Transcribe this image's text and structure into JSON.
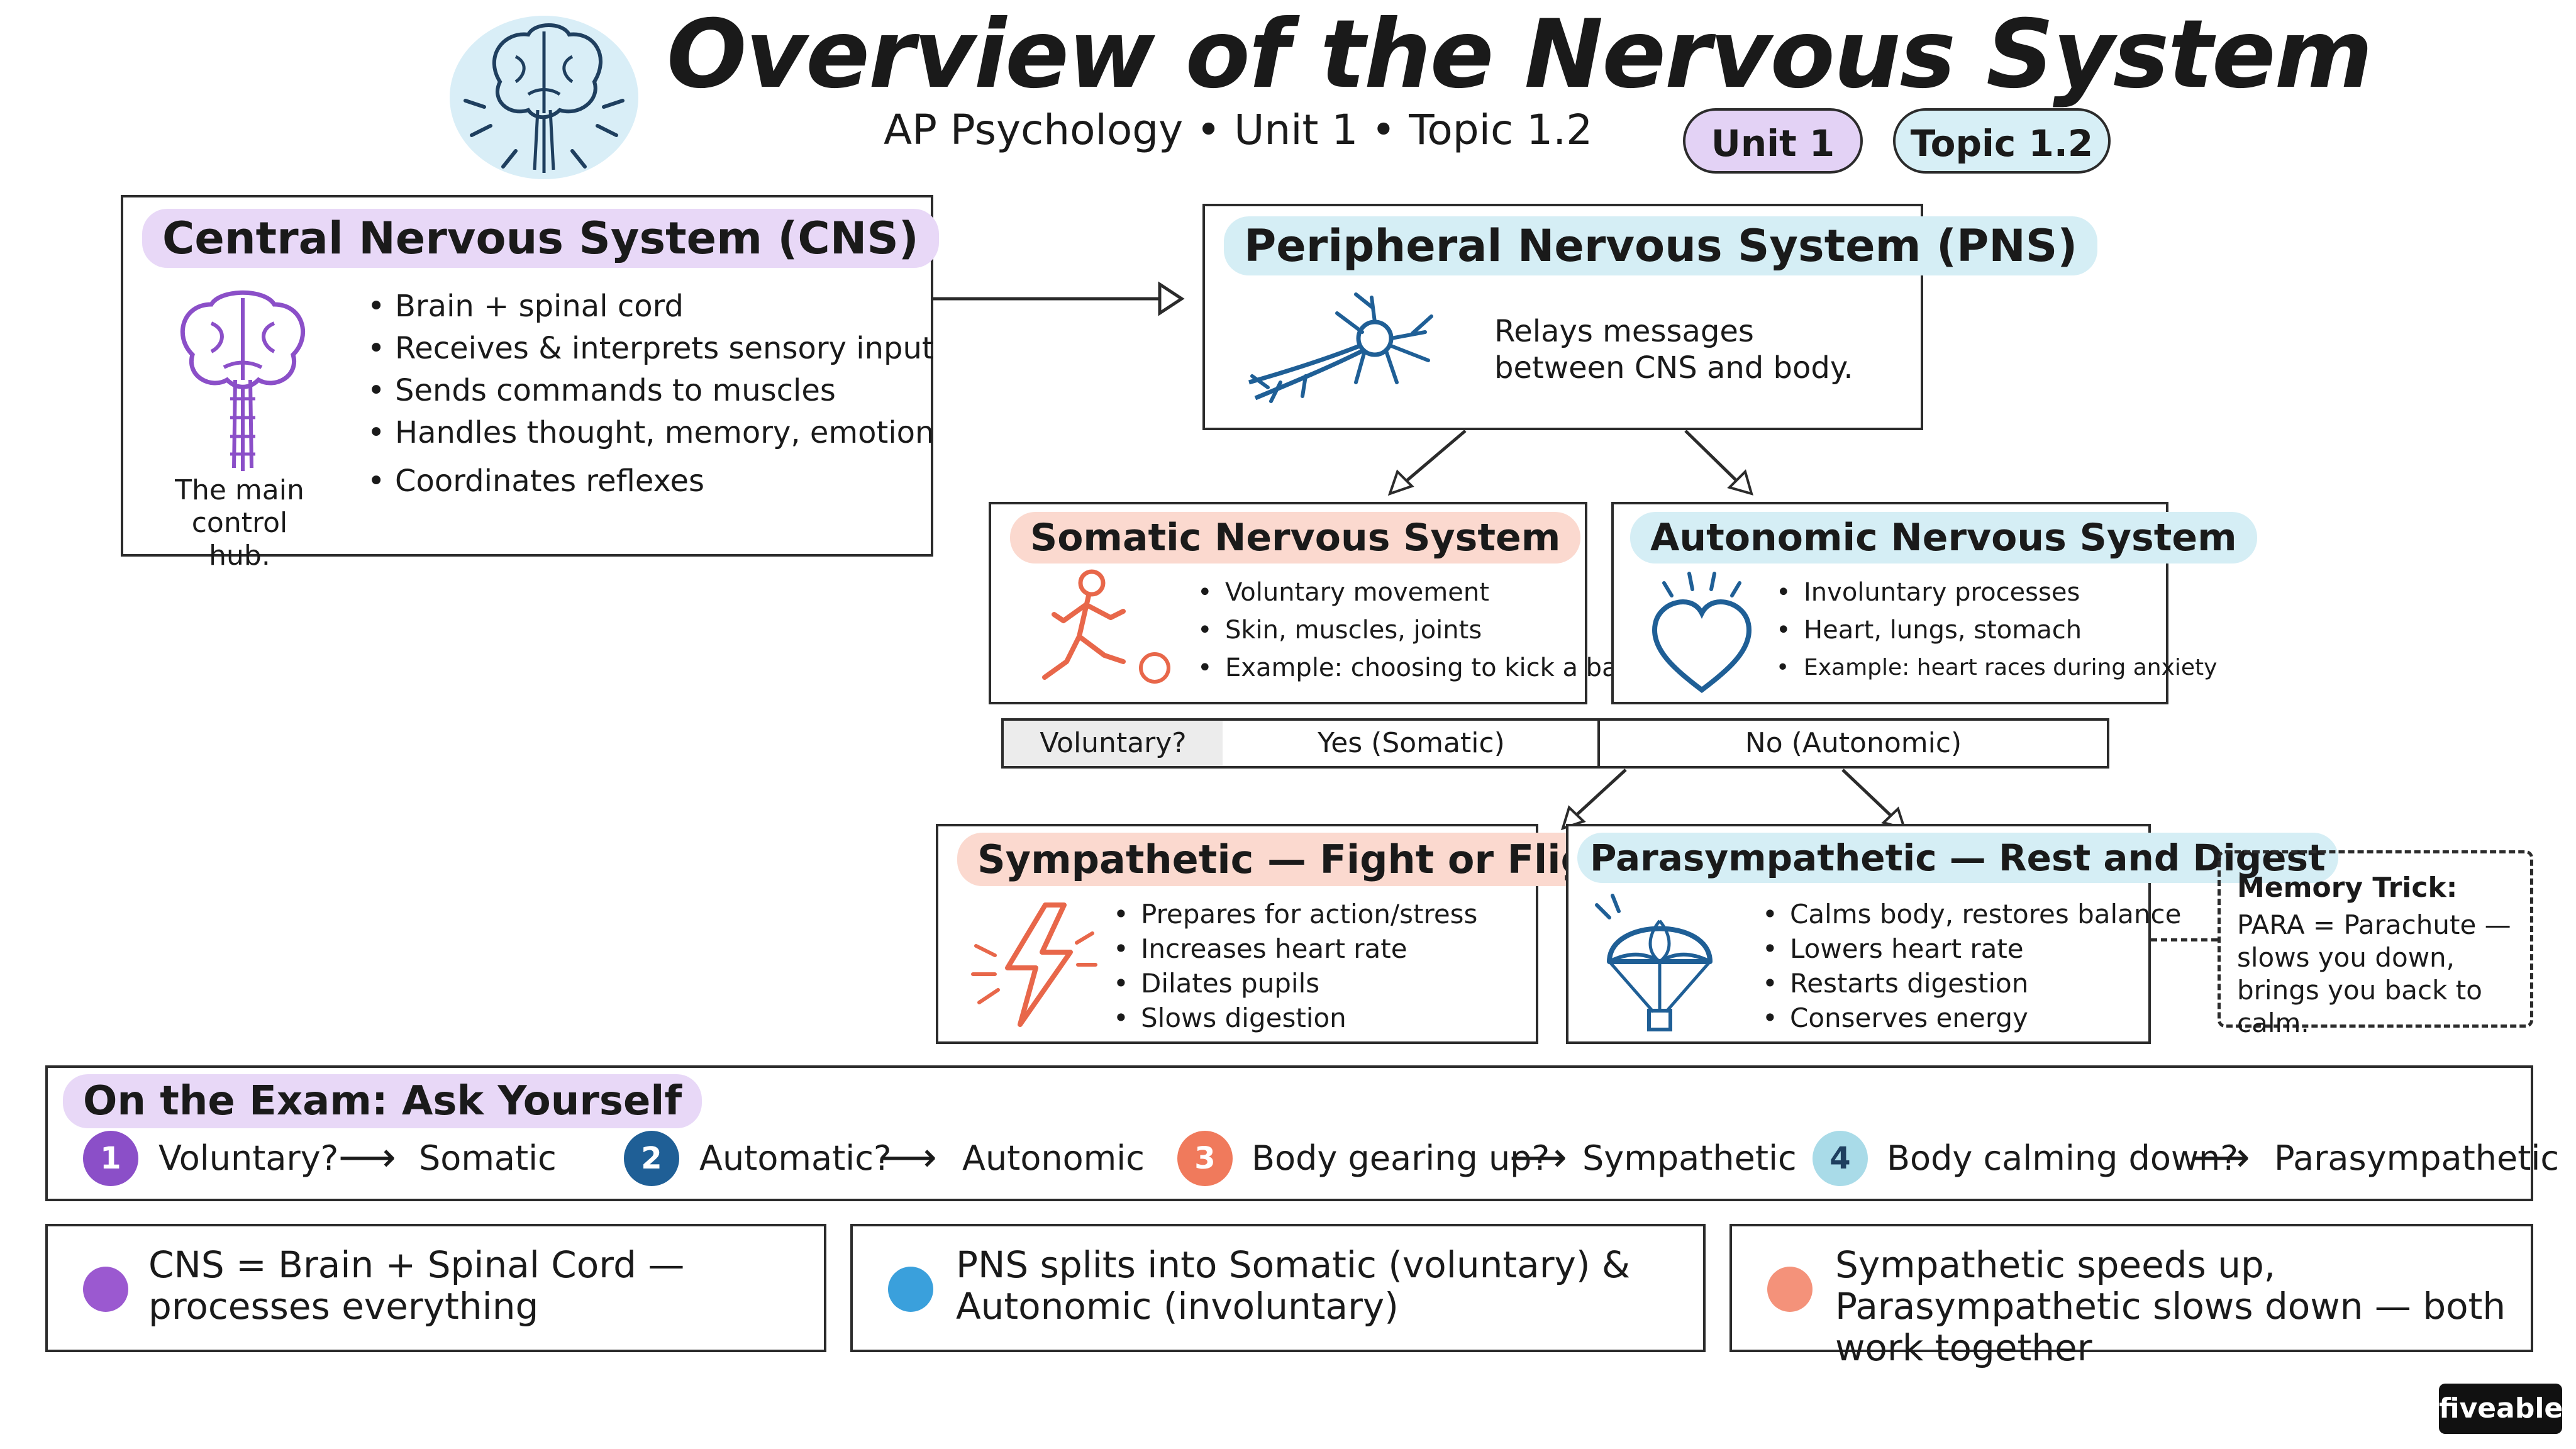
{
  "header": {
    "title": "Overview of the Nervous System",
    "subtitle": "AP Psychology • Unit 1 • Topic 1.2",
    "tags": [
      "Unit 1",
      "Topic 1.2"
    ]
  },
  "cns": {
    "title": "Central Nervous System (CNS)",
    "caption": "The main control hub.",
    "bullets": [
      "Brain + spinal cord",
      "Receives & interprets sensory input",
      "Sends commands to muscles",
      "Handles thought, memory, emotion",
      "Coordinates reflexes"
    ]
  },
  "pns": {
    "title": "Peripheral Nervous System (PNS)",
    "desc": "Relays messages between CNS and body."
  },
  "somatic": {
    "title": "Somatic Nervous System",
    "bullets": [
      "Voluntary movement",
      "Skin, muscles, joints",
      "Example: choosing to kick a ball"
    ]
  },
  "autonomic": {
    "title": "Autonomic Nervous System",
    "bullets": [
      "Involuntary processes",
      "Heart, lungs, stomach",
      "Example: heart races during anxiety"
    ]
  },
  "decision": {
    "question": "Voluntary?",
    "yes": "Yes (Somatic)",
    "no": "No (Autonomic)"
  },
  "sympathetic": {
    "title": "Sympathetic — Fight or Flight",
    "bullets": [
      "Prepares for action/stress",
      "Increases heart rate",
      "Dilates pupils",
      "Slows digestion"
    ]
  },
  "parasympathetic": {
    "title": "Parasympathetic — Rest and Digest",
    "bullets": [
      "Calms body, restores balance",
      "Lowers heart rate",
      "Restarts digestion",
      "Conserves energy"
    ]
  },
  "memory": {
    "title": "Memory Trick:",
    "text": "PARA = Parachute — slows you down, brings you back to calm."
  },
  "exam": {
    "title": "On the Exam: Ask Yourself",
    "items": [
      {
        "num": "1",
        "question": "Voluntary?",
        "answer": "Somatic",
        "color": "#8b4fc8"
      },
      {
        "num": "2",
        "question": "Automatic?",
        "answer": "Autonomic",
        "color": "#1f5f96"
      },
      {
        "num": "3",
        "question": "Body gearing up?",
        "answer": "Sympathetic",
        "color": "#f07a5c"
      },
      {
        "num": "4",
        "question": "Body calming down?",
        "answer": "Parasympathetic",
        "color": "#a9dbe8"
      }
    ]
  },
  "summary": [
    {
      "text": "CNS = Brain + Spinal Cord — processes everything",
      "color": "#9b59d0"
    },
    {
      "text": "PNS splits into Somatic (voluntary) & Autonomic (involuntary)",
      "color": "#3aa0dc"
    },
    {
      "text": "Sympathetic speeds up, Parasympathetic slows down — both work together",
      "color": "#f4927a"
    }
  ],
  "brand": "fiveable",
  "colors": {
    "purple_pill": "#e8d8f7",
    "blue_pill": "#d5eef5",
    "salmon_pill": "#fbd9cf",
    "cns_icon": "#8b4fc8",
    "pns_icon": "#1f5f96",
    "somatic_icon": "#e8674a",
    "autonomic_icon": "#1f5f96"
  }
}
